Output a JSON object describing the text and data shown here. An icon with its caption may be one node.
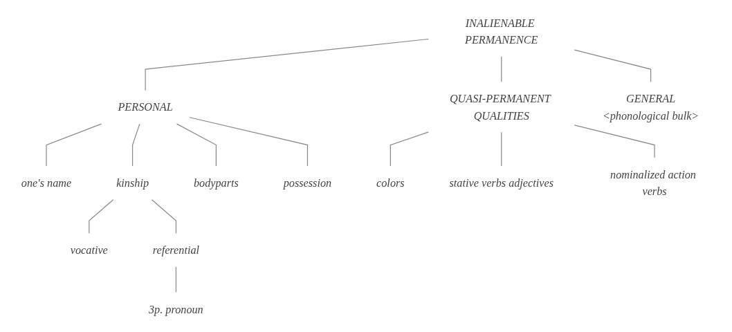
{
  "diagram": {
    "nodes": [
      {
        "text": [
          "INALIENABLE PERMANENCE"
        ]
      },
      {
        "text": [
          "PERSONAL"
        ]
      },
      {
        "text": [
          "QUASI-PERMANENT QUALITIES"
        ]
      },
      {
        "text": [
          "GENERAL",
          "<phonological bulk>"
        ]
      },
      {
        "text": [
          "one's name"
        ]
      },
      {
        "text": [
          "kinship"
        ]
      },
      {
        "text": [
          "bodyparts"
        ]
      },
      {
        "text": [
          "possession"
        ]
      },
      {
        "text": [
          "colors"
        ]
      },
      {
        "text": [
          "stative verbs adjectives"
        ]
      },
      {
        "text": [
          "nominalized action verbs"
        ]
      },
      {
        "text": [
          "vocative"
        ]
      },
      {
        "text": [
          "referential"
        ]
      },
      {
        "text": [
          "3p. pronoun"
        ]
      }
    ],
    "edges": [
      {
        "from": 0,
        "to": 1,
        "arrow": "none"
      },
      {
        "from": 0,
        "to": 2,
        "arrow": "none"
      },
      {
        "from": 0,
        "to": 3,
        "arrow": "none"
      },
      {
        "from": 1,
        "to": 4,
        "arrow": "none"
      },
      {
        "from": 1,
        "to": 5,
        "arrow": "none"
      },
      {
        "from": 1,
        "to": 6,
        "arrow": "none"
      },
      {
        "from": 1,
        "to": 7,
        "arrow": "none"
      },
      {
        "from": 2,
        "to": 8,
        "arrow": "none"
      },
      {
        "from": 2,
        "to": 9,
        "arrow": "none"
      },
      {
        "from": 2,
        "to": 10,
        "arrow": "none"
      },
      {
        "from": 5,
        "to": 11,
        "arrow": "none"
      },
      {
        "from": 5,
        "to": 12,
        "arrow": "none"
      },
      {
        "from": 12,
        "to": 13,
        "arrow": "none"
      }
    ]
  }
}
